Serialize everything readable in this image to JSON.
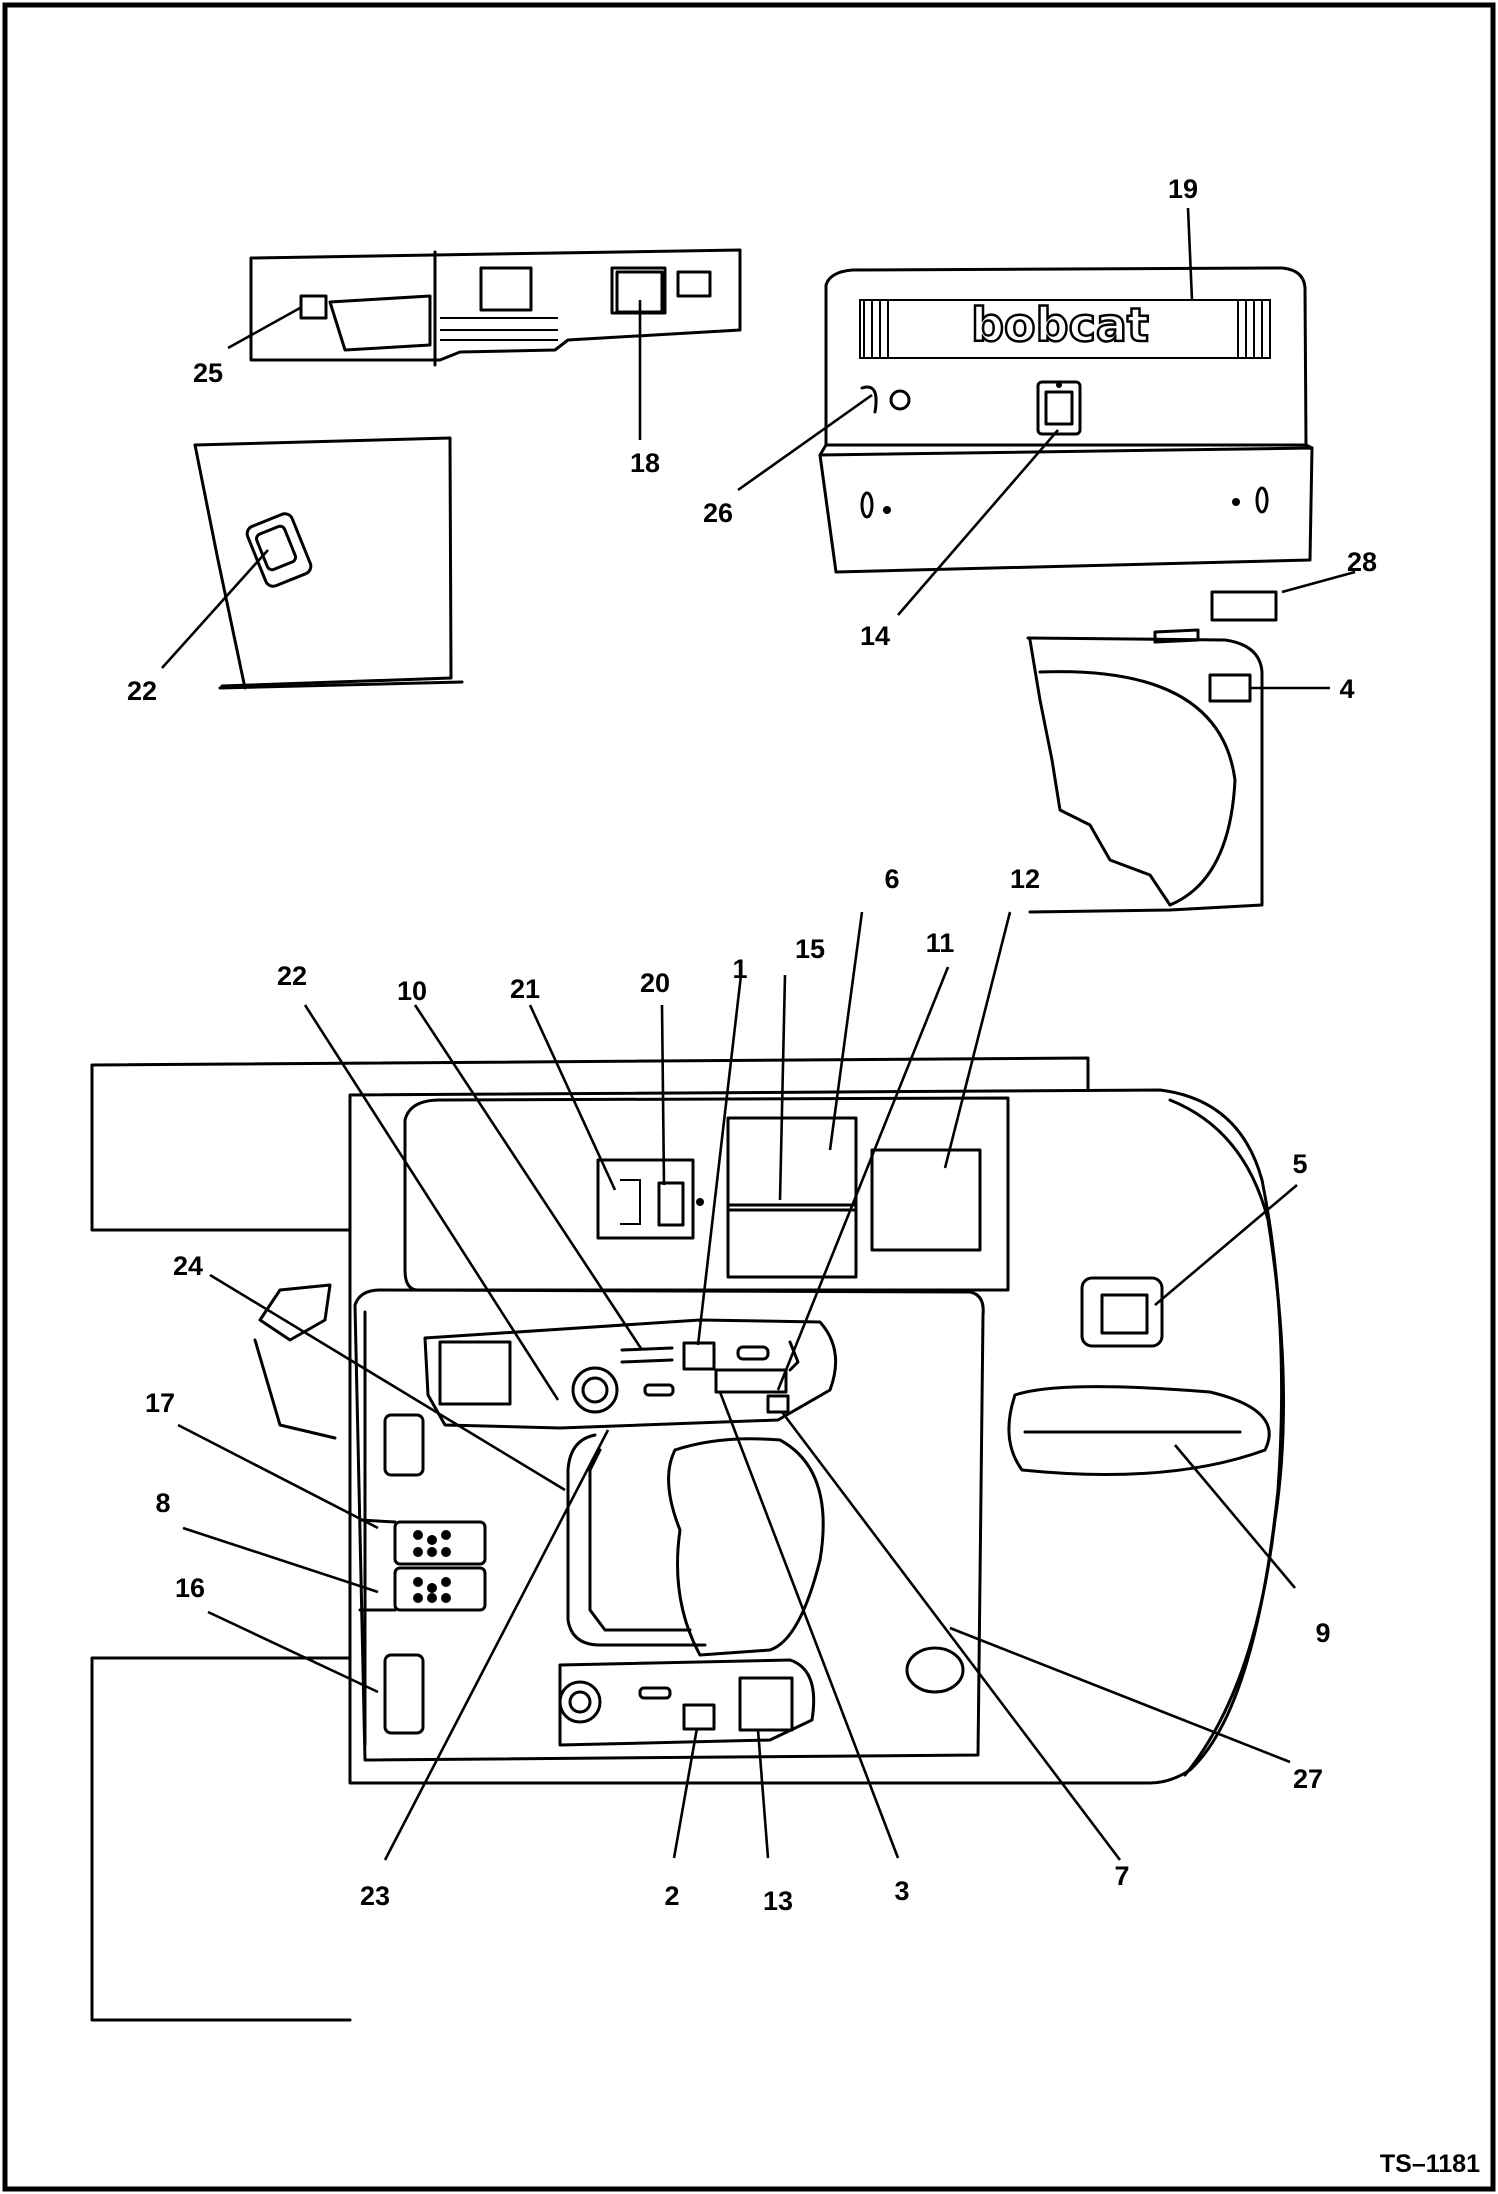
{
  "figure_ref": "TS–1181",
  "brand_text": "bobcat",
  "callouts": {
    "c1": "1",
    "c2": "2",
    "c3": "3",
    "c4": "4",
    "c5": "5",
    "c6": "6",
    "c7": "7",
    "c8": "8",
    "c9": "9",
    "c10": "10",
    "c11": "11",
    "c12": "12",
    "c13": "13",
    "c14": "14",
    "c15": "15",
    "c16": "16",
    "c17": "17",
    "c18": "18",
    "c19": "19",
    "c20": "20",
    "c21": "21",
    "c22a": "22",
    "c22b": "22",
    "c23": "23",
    "c24": "24",
    "c25": "25",
    "c26": "26",
    "c27": "27",
    "c28": "28"
  }
}
